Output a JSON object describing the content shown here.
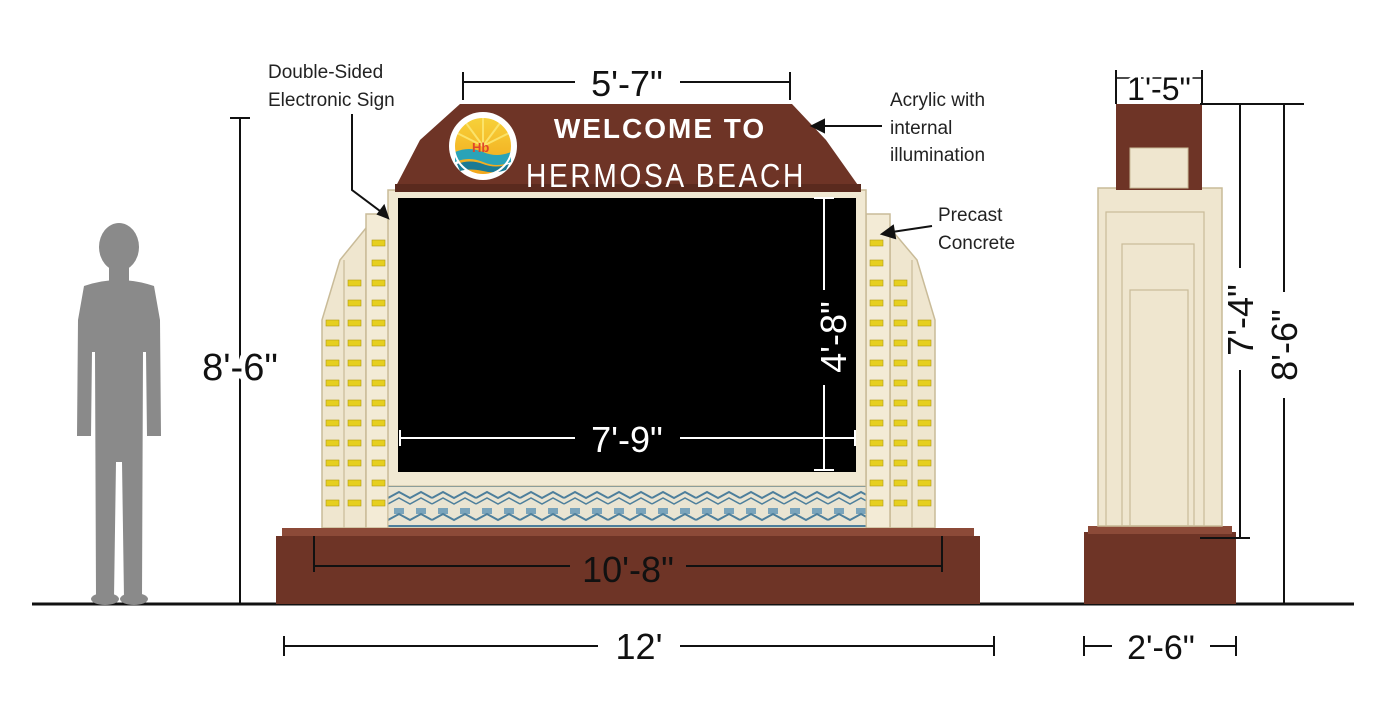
{
  "sign_text": {
    "line1": "WELCOME TO",
    "line2": "HERMOSA BEACH",
    "logo_mark": "Hb"
  },
  "callouts": {
    "electronic_sign": [
      "Double-Sided",
      "Electronic Sign"
    ],
    "acrylic": [
      "Acrylic with",
      "internal",
      "illumination"
    ],
    "precast": [
      "Precast",
      "Concrete"
    ]
  },
  "dimensions": {
    "cap_width": "5'-7\"",
    "overall_height_front": "8'-6\"",
    "screen_height": "4'-8\"",
    "screen_width": "7'-9\"",
    "base_width": "10'-8\"",
    "overall_width": "12'",
    "side_cap_depth": "1'-5\"",
    "side_column_height": "7'-4\"",
    "overall_height_side": "8'-6\"",
    "side_base_depth": "2'-6\""
  },
  "colors": {
    "brick": "#6e3426",
    "brick_dark": "#5a2a1e",
    "stone": "#efe6cf",
    "stone_edge": "#c9bb98",
    "screen": "#000000",
    "accent_blocks": "#e6cf1f",
    "human_figure": "#8a8a8a",
    "pattern_blue": "#4d7f9c"
  }
}
